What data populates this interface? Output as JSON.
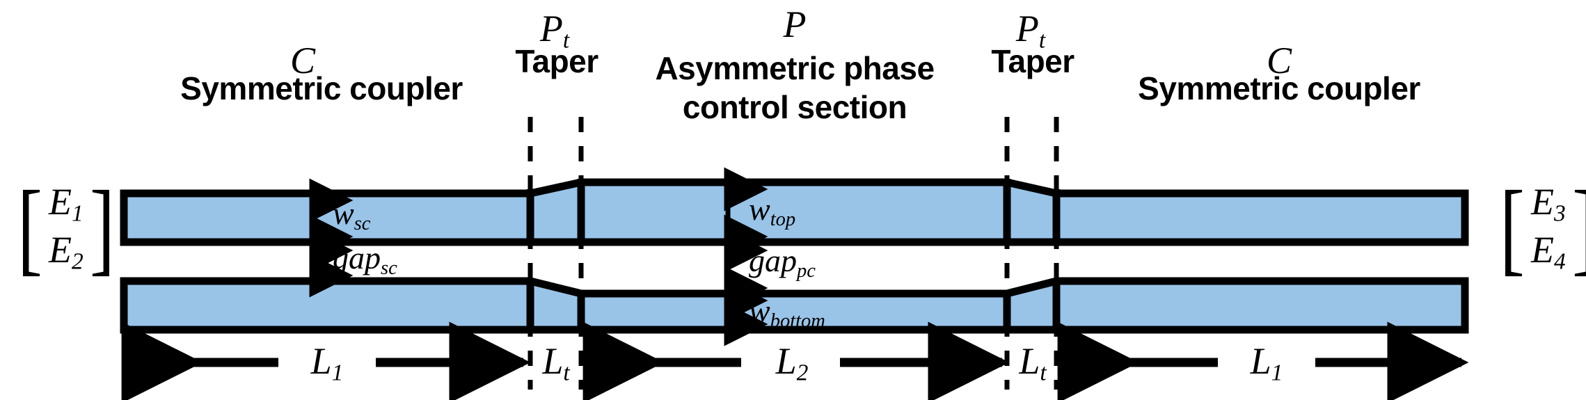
{
  "figure": {
    "kind": "optical-waveguide-coupler-schematic",
    "background_color": "#ffffff",
    "waveguide_fill_color": "#9AC3E8",
    "outline_color": "#000000"
  },
  "input_port": {
    "bracket_open": "[",
    "bracket_close": "]",
    "rows": [
      {
        "symbol": "E",
        "sub": "1"
      },
      {
        "symbol": "E",
        "sub": "2"
      }
    ]
  },
  "output_port": {
    "bracket_open": "[",
    "bracket_close": "]",
    "rows": [
      {
        "symbol": "E",
        "sub": "3"
      },
      {
        "symbol": "E",
        "sub": "4"
      }
    ]
  },
  "sections": {
    "left_coupler": {
      "matrix_symbol": "C",
      "title": "Symmetric coupler",
      "length_symbol": "L",
      "length_sub": "1"
    },
    "left_taper": {
      "matrix_symbol": "P",
      "matrix_sub": "t",
      "title": "Taper",
      "length_symbol": "L",
      "length_sub": "t"
    },
    "phase_control": {
      "matrix_symbol": "P",
      "title_line1": "Asymmetric phase",
      "title_line2": "control section",
      "length_symbol": "L",
      "length_sub": "2"
    },
    "right_taper": {
      "matrix_symbol": "P",
      "matrix_sub": "t",
      "title": "Taper",
      "length_symbol": "L",
      "length_sub": "t"
    },
    "right_coupler": {
      "matrix_symbol": "C",
      "title": "Symmetric coupler",
      "length_symbol": "L",
      "length_sub": "1"
    }
  },
  "dimensions": {
    "w_sc": {
      "symbol": "w",
      "sub": "sc"
    },
    "gap_sc": {
      "symbol": "gap",
      "sub": "sc"
    },
    "w_top": {
      "symbol": "w",
      "sub": "top"
    },
    "gap_pc": {
      "symbol": "gap",
      "sub": "pc"
    },
    "w_bottom": {
      "symbol": "w",
      "sub": "bottom"
    }
  }
}
